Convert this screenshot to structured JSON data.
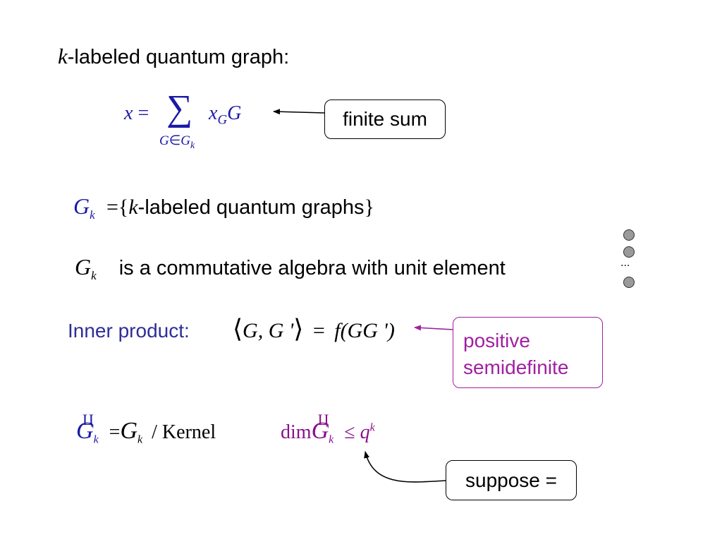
{
  "slide": {
    "heading": {
      "var": "k",
      "text": "-labeled quantum graph:"
    },
    "sum_formula": {
      "lhs": "x",
      "eq": "=",
      "sigma": "∑",
      "under_G": "G",
      "under_in": "∈",
      "under_set": "G",
      "under_sub": "k",
      "coef": "x",
      "coef_sub": "G",
      "term": "G"
    },
    "finite_sum_label": "finite sum",
    "gk_definition": {
      "set": "G",
      "sub": "k",
      "eq": "=",
      "open": "{",
      "var": "k",
      "text": "-labeled quantum graphs",
      "close": "}"
    },
    "gk_algebra": {
      "set": "G",
      "sub": "k",
      "text": "is a commutative algebra with unit element"
    },
    "ellipsis": "...",
    "inner_product": {
      "label": "Inner product:",
      "langle": "⟨",
      "args": "G, G '",
      "rangle": "⟩",
      "eq": "=",
      "f": "f",
      "rhs": "(GG ')"
    },
    "positive_semidefinite_label": {
      "line1": "positive",
      "line2": "semidefinite"
    },
    "quotient": {
      "set": "G",
      "hat": "Ц",
      "sub": "k",
      "eq": "=",
      "set2": "G",
      "sub2": "k",
      "text": "/ Kernel"
    },
    "dimension": {
      "dim": "dim",
      "set": "G",
      "hat": "Ц",
      "sub": "k",
      "leq": "≤",
      "q": "q",
      "exp": "k"
    },
    "suppose_label": "suppose ="
  },
  "colors": {
    "blue": "#1a1aa6",
    "purple": "#8b0f8b",
    "indigo": "#2e2e9a",
    "dot": "#9a9a9a"
  }
}
